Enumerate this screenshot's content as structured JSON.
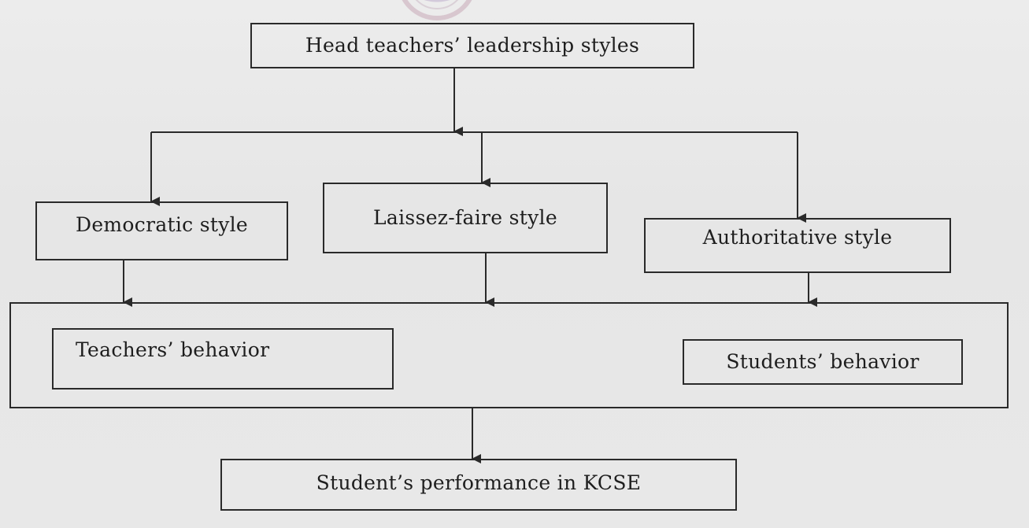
{
  "diagram": {
    "nodes": {
      "root": "Head teachers’ leadership styles",
      "democratic": "Democratic style",
      "laissez_faire": "Laissez-faire style",
      "authoritative": "Authoritative style",
      "teachers_behavior": "Teachers’ behavior",
      "students_behavior": "Students’ behavior",
      "performance": "Student’s performance in KCSE"
    },
    "edges": [
      [
        "root",
        "democratic"
      ],
      [
        "root",
        "laissez_faire"
      ],
      [
        "root",
        "authoritative"
      ],
      [
        "democratic",
        "behavior_group"
      ],
      [
        "laissez_faire",
        "behavior_group"
      ],
      [
        "authoritative",
        "behavior_group"
      ],
      [
        "behavior_group",
        "performance"
      ]
    ],
    "line_color": "#2a2a2a",
    "background_color": "#e9e9e9"
  }
}
